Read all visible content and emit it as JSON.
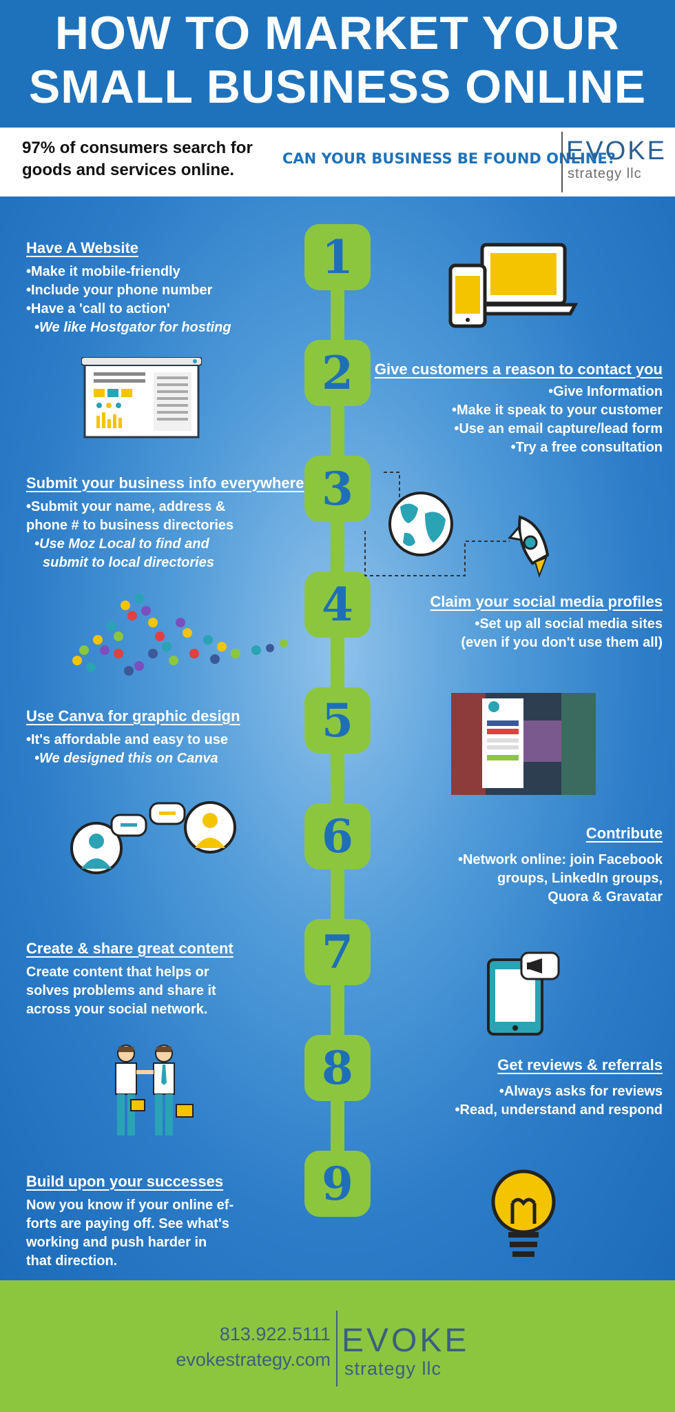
{
  "header": {
    "title_line1": "HOW TO MARKET YOUR",
    "title_line2": "SMALL BUSINESS ONLINE"
  },
  "intro": {
    "stat": "97% of consumers search for goods and services online.",
    "question": "CAN YOUR BUSINESS BE FOUND ONLINE?",
    "brand": "EVOKE",
    "tagline": "strategy llc"
  },
  "steps": [
    {
      "number": "1",
      "heading": "Have A Website",
      "lines": [
        "•Make it mobile-friendly",
        "•Include your phone number",
        "•Have a 'call to action'"
      ],
      "italic": [
        "•We like Hostgator for hosting"
      ]
    },
    {
      "number": "2",
      "heading": "Give customers a reason to contact you",
      "lines": [
        "•Give Information",
        "•Make it speak to your customer",
        "•Use an email capture/lead form",
        "•Try a free consultation"
      ],
      "italic": []
    },
    {
      "number": "3",
      "heading": "Submit your business info everywhere",
      "lines": [
        "•Submit your name, address &",
        "phone # to business directories"
      ],
      "italic": [
        "•Use Moz Local to find and",
        "  submit to local directories"
      ]
    },
    {
      "number": "4",
      "heading": "Claim your social media profiles",
      "lines": [
        "•Set up all social media sites",
        "(even if you don't use them all)"
      ],
      "italic": []
    },
    {
      "number": "5",
      "heading": "Use Canva for graphic design",
      "lines": [
        "•It's affordable and easy to use"
      ],
      "italic": [
        "•We designed this on Canva"
      ]
    },
    {
      "number": "6",
      "heading": "Contribute",
      "lines": [
        "•Network online: join Facebook",
        "groups, LinkedIn groups,",
        "Quora & Gravatar"
      ],
      "italic": []
    },
    {
      "number": "7",
      "heading": "Create & share great content",
      "lines": [
        "Create content that helps or",
        "solves problems and share it",
        "across your social network."
      ],
      "italic": []
    },
    {
      "number": "8",
      "heading": "Get reviews & referrals",
      "lines": [
        "•Always asks for reviews",
        "•Read, understand and respond"
      ],
      "italic": []
    },
    {
      "number": "9",
      "heading": "Build upon your successes",
      "lines": [
        "Now you know if your online ef-",
        "forts are paying off. See what's",
        "working and push harder in",
        "that direction."
      ],
      "italic": []
    }
  ],
  "footer": {
    "phone": "813.922.5111",
    "website": "evokestrategy.com",
    "brand": "EVOKE",
    "tagline": "strategy llc"
  },
  "icons": [
    "devices-icon",
    "webpage-icon",
    "globe-icon",
    "rocket-icon",
    "social-cloud-icon",
    "canva-screenshot-icon",
    "chat-people-icon",
    "tablet-megaphone-icon",
    "handshake-icon",
    "lightbulb-icon"
  ],
  "colors": {
    "blue": "#1e72bb",
    "green": "#8cc63f",
    "yellow": "#f5c400",
    "teal": "#2aa3b5"
  }
}
